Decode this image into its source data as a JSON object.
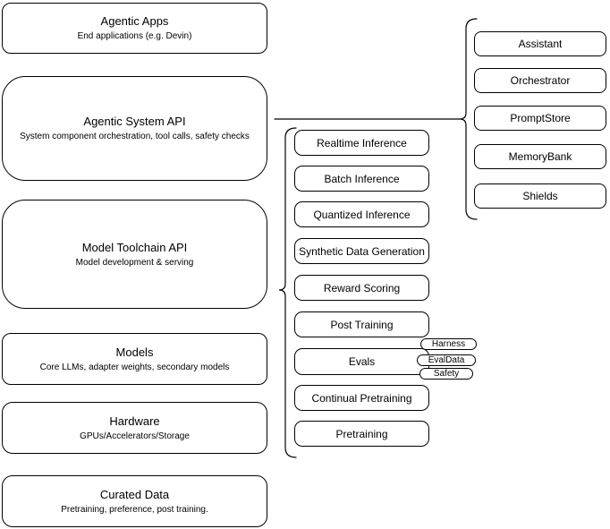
{
  "stack": [
    {
      "title": "Agentic Apps",
      "subtitle": "End applications (e.g. Devin)"
    },
    {
      "title": "Agentic System API",
      "subtitle": "System component orchestration, tool calls, safety checks"
    },
    {
      "title": "Model Toolchain API",
      "subtitle": "Model development & serving"
    },
    {
      "title": "Models",
      "subtitle": "Core LLMs, adapter weights, secondary models"
    },
    {
      "title": "Hardware",
      "subtitle": "GPUs/Accelerators/Storage"
    },
    {
      "title": "Curated Data",
      "subtitle": "Pretraining, preference, post training."
    }
  ],
  "toolchain_services": [
    "Realtime Inference",
    "Batch Inference",
    "Quantized Inference",
    "Synthetic Data Generation",
    "Reward Scoring",
    "Post Training",
    "Evals",
    "Continual Pretraining",
    "Pretraining"
  ],
  "eval_tags": [
    "Harness",
    "EvalData",
    "Safety"
  ],
  "system_components": [
    "Assistant",
    "Orchestrator",
    "PromptStore",
    "MemoryBank",
    "Shields"
  ],
  "colors": {
    "stroke": "#000000",
    "fill": "#ffffff",
    "background": "#ffffff"
  }
}
